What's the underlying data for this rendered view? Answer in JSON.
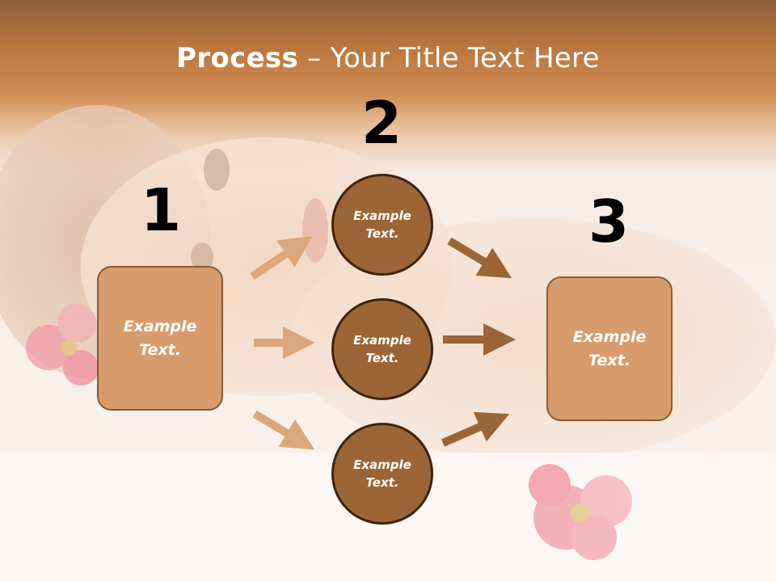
{
  "title": {
    "bold": "Process",
    "rest": " – Your Title Text Here"
  },
  "steps": {
    "one": "1",
    "two": "2",
    "three": "3"
  },
  "left_box": {
    "text": "Example Text."
  },
  "right_box": {
    "text": "Example Text."
  },
  "circles": [
    {
      "text": "Example Text."
    },
    {
      "text": "Example Text."
    },
    {
      "text": "Example Text."
    }
  ],
  "colors": {
    "header_brown": "#b9773f",
    "box_fill": "#d89b6c",
    "circle_fill": "#9c6535",
    "arrow_light": "#dca77a",
    "arrow_dark": "#9c6535"
  }
}
